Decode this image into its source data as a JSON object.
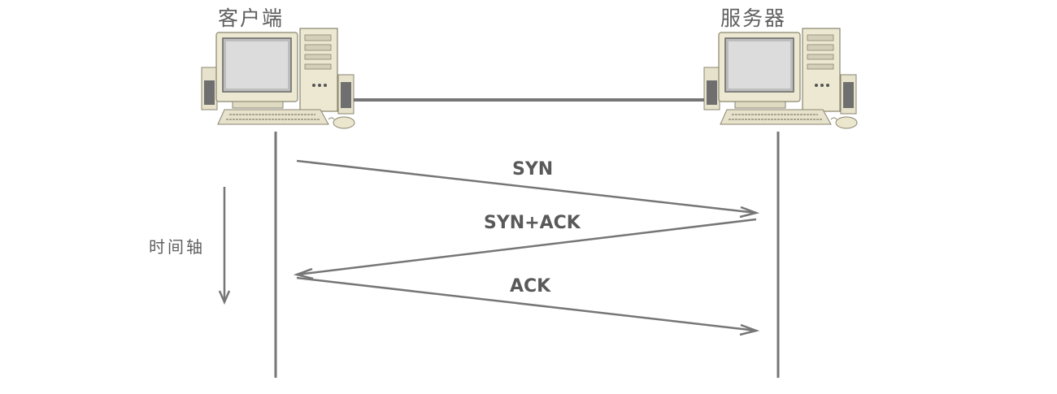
{
  "client": {
    "label": "客户端"
  },
  "server": {
    "label": "服务器"
  },
  "timeline": {
    "label": "时间轴"
  },
  "messages": [
    {
      "label": "SYN"
    },
    {
      "label": "SYN+ACK"
    },
    {
      "label": "ACK"
    }
  ],
  "colors": {
    "line": "#767676",
    "monitor_body": "#e9e4cb",
    "screen": "#d8d8d8",
    "text": "#5f5f5f"
  }
}
